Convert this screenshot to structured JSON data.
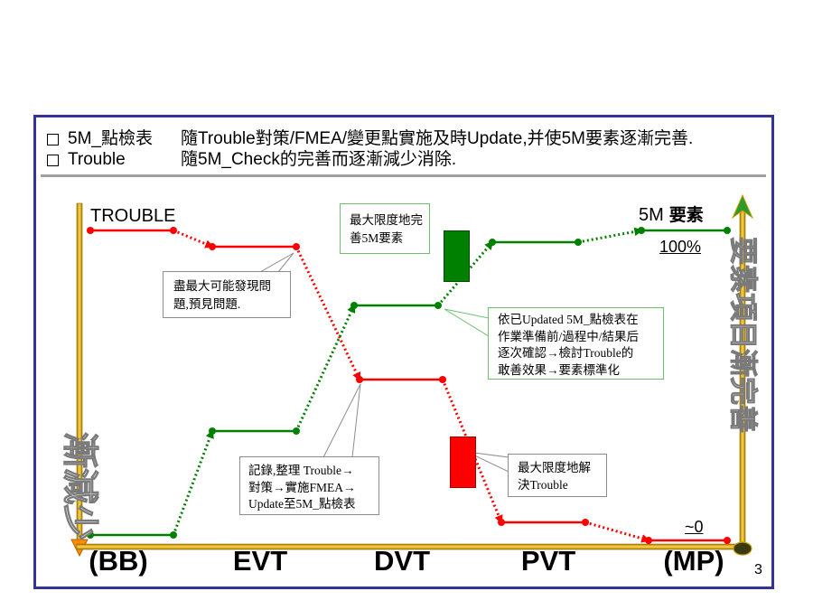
{
  "header": {
    "bullet_icon": "square-bullet-icon",
    "rows": [
      {
        "term": "5M_點檢表",
        "description": "隨Trouble對策/FMEA/變更點實施及時Update,并使5M要素逐漸完善."
      },
      {
        "term": "Trouble",
        "description": "隨5M_Check的完善而逐漸減少消除."
      }
    ]
  },
  "diagram": {
    "trouble_label": "TROUBLE",
    "five_m_label": "5M",
    "five_m_label_bold": "要素",
    "top_level_label": "100%",
    "bottom_level_label": "~0",
    "left_axis_text": "漸減少",
    "right_axis_text": "要素項目漸完善",
    "phases": [
      "(BB)",
      "EVT",
      "DVT",
      "PVT",
      "(MP)"
    ],
    "callouts": {
      "complete_5m": {
        "lines": [
          "最大限度地完",
          "善5M要素"
        ]
      },
      "find_problems": {
        "lines": [
          "盡最大可能發現問",
          "題,預見問題."
        ]
      },
      "verify_checklist": {
        "lines": [
          "依已Updated 5M_點檢表在",
          "作業準備前/過程中/結果后",
          "逐次確認→檢討Trouble的",
          "敢善效果→要素標準化"
        ]
      },
      "record_trouble": {
        "lines": [
          "記錄,整理 Trouble→",
          "對策→實施FMEA→",
          "Update至5M_點檢表"
        ]
      },
      "solve_trouble": {
        "lines": [
          "最大限度地解",
          "決Trouble"
        ]
      }
    }
  },
  "page_number": "3",
  "colors": {
    "frame_border": "#333399",
    "rule": "#a0a0a0",
    "trouble_line": "#ff0000",
    "five_m_line": "#008000",
    "trouble_block": "#ff0000",
    "five_m_block": "#008000",
    "callout_green_border": "#6fbf6f",
    "callout_gray_border": "#8c8c8c"
  }
}
